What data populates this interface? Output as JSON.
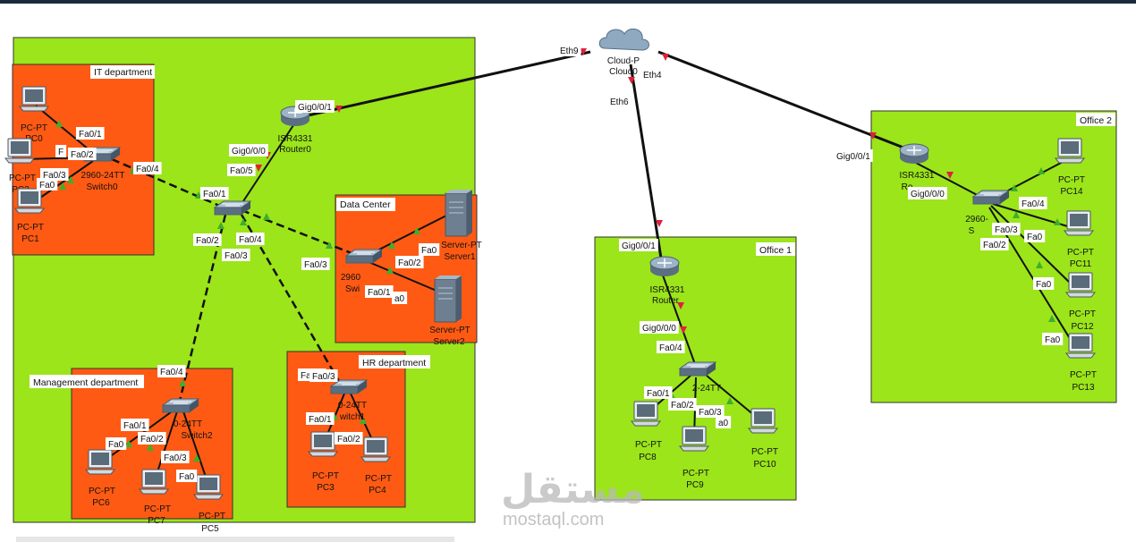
{
  "areas": {
    "main": "",
    "it": "IT department",
    "data_center": "Data Center",
    "management": "Management department",
    "hr": "HR department",
    "office1": "Office 1",
    "office2": "Office 2"
  },
  "devices": {
    "cloud": {
      "type": "Cloud-P",
      "name": "Cloud0"
    },
    "router0": {
      "type": "ISR4331",
      "name": "Router0"
    },
    "router_o1": {
      "type": "ISR4331",
      "name": "Router"
    },
    "router_o2": {
      "type": "ISR4331",
      "name": "Ro"
    },
    "switch0": {
      "type": "2960-24TT",
      "name": "Switch0"
    },
    "core_switch": {
      "type": "",
      "name": ""
    },
    "dc_switch": {
      "type": "2960",
      "name": "Swi"
    },
    "mgmt_switch": {
      "type": "0-24TT",
      "name": "Switch2"
    },
    "hr_switch": {
      "type": "0-24TT",
      "name": "witch1"
    },
    "o1_switch": {
      "type": "2-24TT",
      "name": ""
    },
    "o2_switch": {
      "type": "2960-",
      "name": "S"
    },
    "server1": {
      "type": "Server-PT",
      "name": "Server1"
    },
    "server2": {
      "type": "Server-PT",
      "name": "Server2"
    },
    "pc0": {
      "type": "PC-PT",
      "name": "PC0"
    },
    "pc1": {
      "type": "PC-PT",
      "name": "PC1"
    },
    "pc2": {
      "type": "PC-PT",
      "name": "PC2"
    },
    "pc3": {
      "type": "PC-PT",
      "name": "PC3"
    },
    "pc4": {
      "type": "PC-PT",
      "name": "PC4"
    },
    "pc5": {
      "type": "PC-PT",
      "name": "PC5"
    },
    "pc6": {
      "type": "PC-PT",
      "name": "PC6"
    },
    "pc7": {
      "type": "PC-PT",
      "name": "PC7"
    },
    "pc8": {
      "type": "PC-PT",
      "name": "PC8"
    },
    "pc9": {
      "type": "PC-PT",
      "name": "PC9"
    },
    "pc10": {
      "type": "PC-PT",
      "name": "PC10"
    },
    "pc11": {
      "type": "PC-PT",
      "name": "PC11"
    },
    "pc12": {
      "type": "PC-PT",
      "name": "PC12"
    },
    "pc13": {
      "type": "PC-PT",
      "name": "PC13"
    },
    "pc14": {
      "type": "PC-PT",
      "name": "PC14"
    }
  },
  "port_labels": [
    "Eth9",
    "Eth4",
    "Eth6",
    "Gig0/0/1",
    "Gig0/0/0",
    "Fa0/5",
    "Fa0/1",
    "Fa0/2",
    "Fa0/4",
    "Fa0/3",
    "Fa0/4",
    "Fa0/1",
    "Fa0/2",
    "Fa0/3",
    "F",
    "Fa0",
    "Fa0/3",
    "Fa0/4",
    "Fa0",
    "Fa0/2",
    "Fa0/1",
    "a0",
    "Fa0/4",
    "Fa0/1",
    "Fa0",
    "Fa0/2",
    "Fa0/3",
    "Fa0",
    "Fa0/3",
    "Fa0/1",
    "Fa0/2",
    "Gig0/0/1",
    "Gig0/0/0",
    "Fa0/4",
    "Fa0/1",
    "Fa0/2",
    "Fa0/3",
    "a0",
    "Gig0/0/1",
    "Gig0/0/0",
    "Fa0/4",
    "Fa0/3",
    "Fa0",
    "Fa0/2",
    "Fa0",
    "Fa0"
  ],
  "watermark": {
    "arabic": "مستقل",
    "latin": "mostaql.com"
  },
  "colors": {
    "main_area": "#9be51a",
    "department": "#ff5a13",
    "office": "#9be51a",
    "link_up": "#3fae2b",
    "link_down": "#e0203a"
  }
}
